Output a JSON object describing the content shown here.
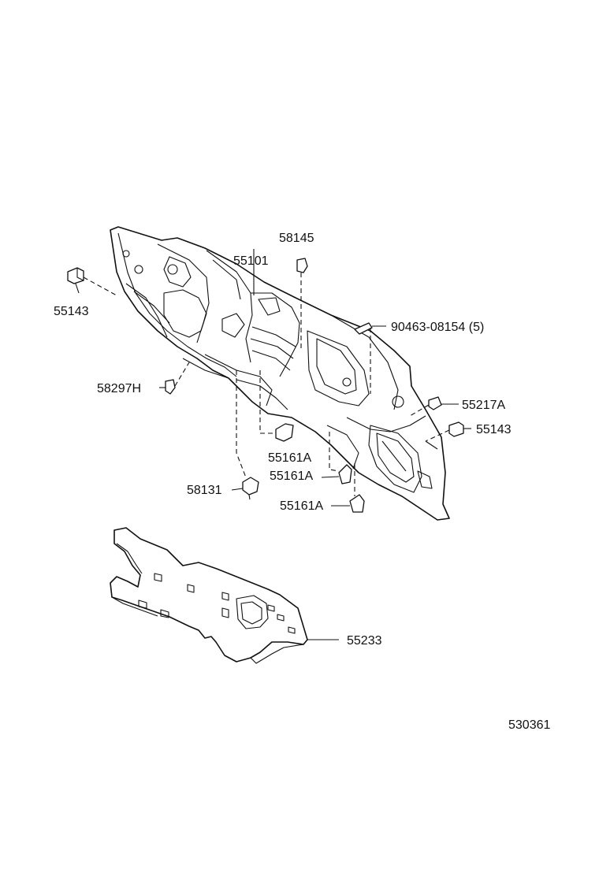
{
  "labels": {
    "p58145": "58145",
    "p55101": "55101",
    "p55143_left": "55143",
    "p90463": "90463-08154 (5)",
    "p58297": "58297H",
    "p55217": "55217A",
    "p55143_right": "55143",
    "p55161_a": "55161A",
    "p55161_b": "55161A",
    "p55161_c": "55161A",
    "p58131": "58131",
    "p55233": "55233",
    "diagram_code": "530361"
  }
}
